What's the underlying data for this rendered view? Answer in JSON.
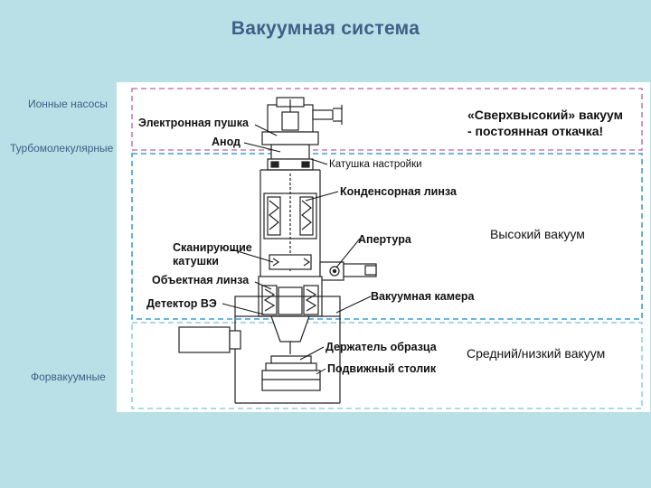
{
  "slide": {
    "title": "Вакуумная система"
  },
  "left_labels": {
    "ion_pumps": "Ионные насосы",
    "turbo": "Турбомолекулярные",
    "fore": "Форвакуумные"
  },
  "zones": {
    "uhv_line1": "«Сверхвысокий» вакуум",
    "uhv_line2": "- постоянная откачка!",
    "high": "Высокий вакуум",
    "low": "Средний/низкий вакуум"
  },
  "components": {
    "gun": "Электронная пушка",
    "anode": "Анод",
    "tuning_coil": "Катушка настройки",
    "condenser": "Конденсорная линза",
    "aperture": "Апертура",
    "scan_coils_1": "Сканирующие",
    "scan_coils_2": "катушки",
    "objective": "Объектная линза",
    "se_detector": "Детектор ВЭ",
    "chamber": "Вакуумная камера",
    "holder": "Держатель образца",
    "stage": "Подвижный столик"
  },
  "colors": {
    "background": "#b9e0e6",
    "title": "#3f5f86",
    "uhv_zone": "#c77bb0",
    "high_zone": "#3d9fd0",
    "low_zone": "#9fd3ea"
  }
}
